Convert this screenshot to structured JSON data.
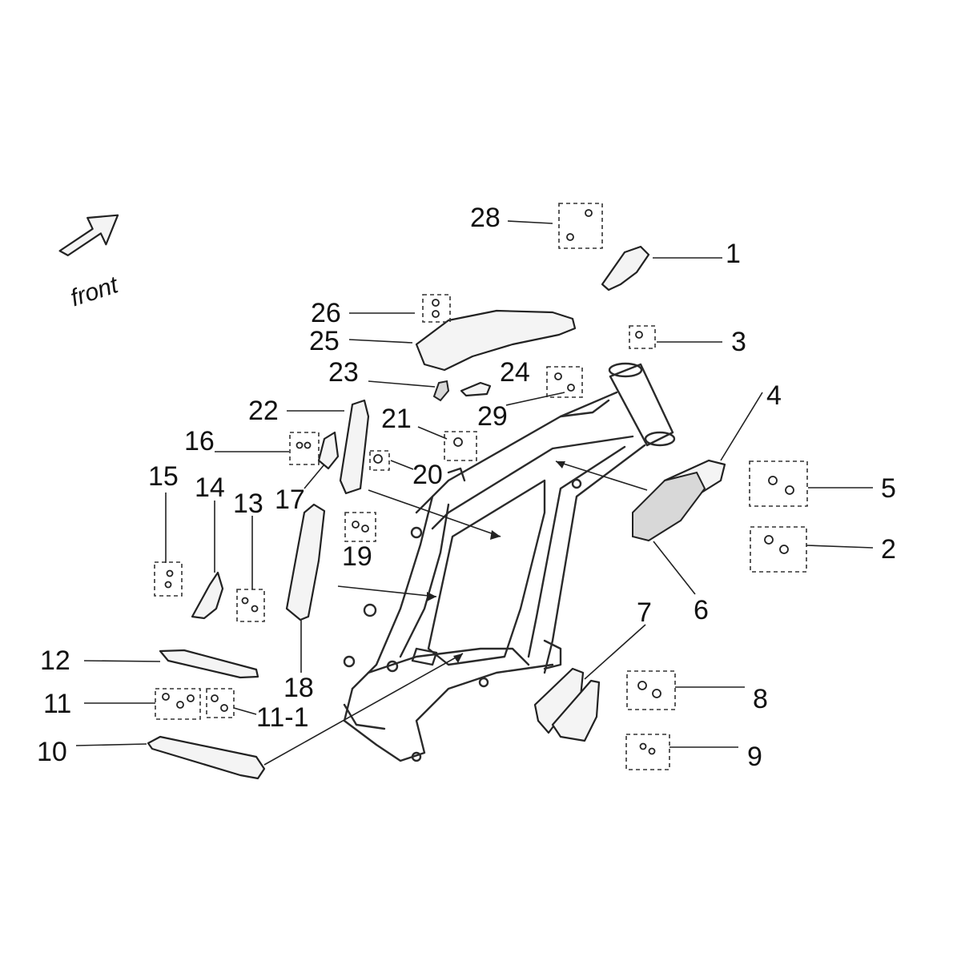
{
  "direction": {
    "label": "front"
  },
  "callouts": {
    "c1": "1",
    "c2": "2",
    "c3": "3",
    "c4": "4",
    "c5": "5",
    "c6": "6",
    "c7": "7",
    "c8": "8",
    "c9": "9",
    "c10": "10",
    "c11": "11",
    "c11_1": "11-1",
    "c12": "12",
    "c13": "13",
    "c14": "14",
    "c15": "15",
    "c16": "16",
    "c17": "17",
    "c18": "18",
    "c19": "19",
    "c20": "20",
    "c21": "21",
    "c22": "22",
    "c23": "23",
    "c24": "24",
    "c25": "25",
    "c26": "26",
    "c28": "28",
    "c29": "29"
  },
  "icons": {
    "front_arrow": "front-arrow-icon",
    "frame": "frame-illustration",
    "hardware": "screw-set-icon"
  },
  "colors": {
    "line": "#222222",
    "background": "#ffffff"
  }
}
